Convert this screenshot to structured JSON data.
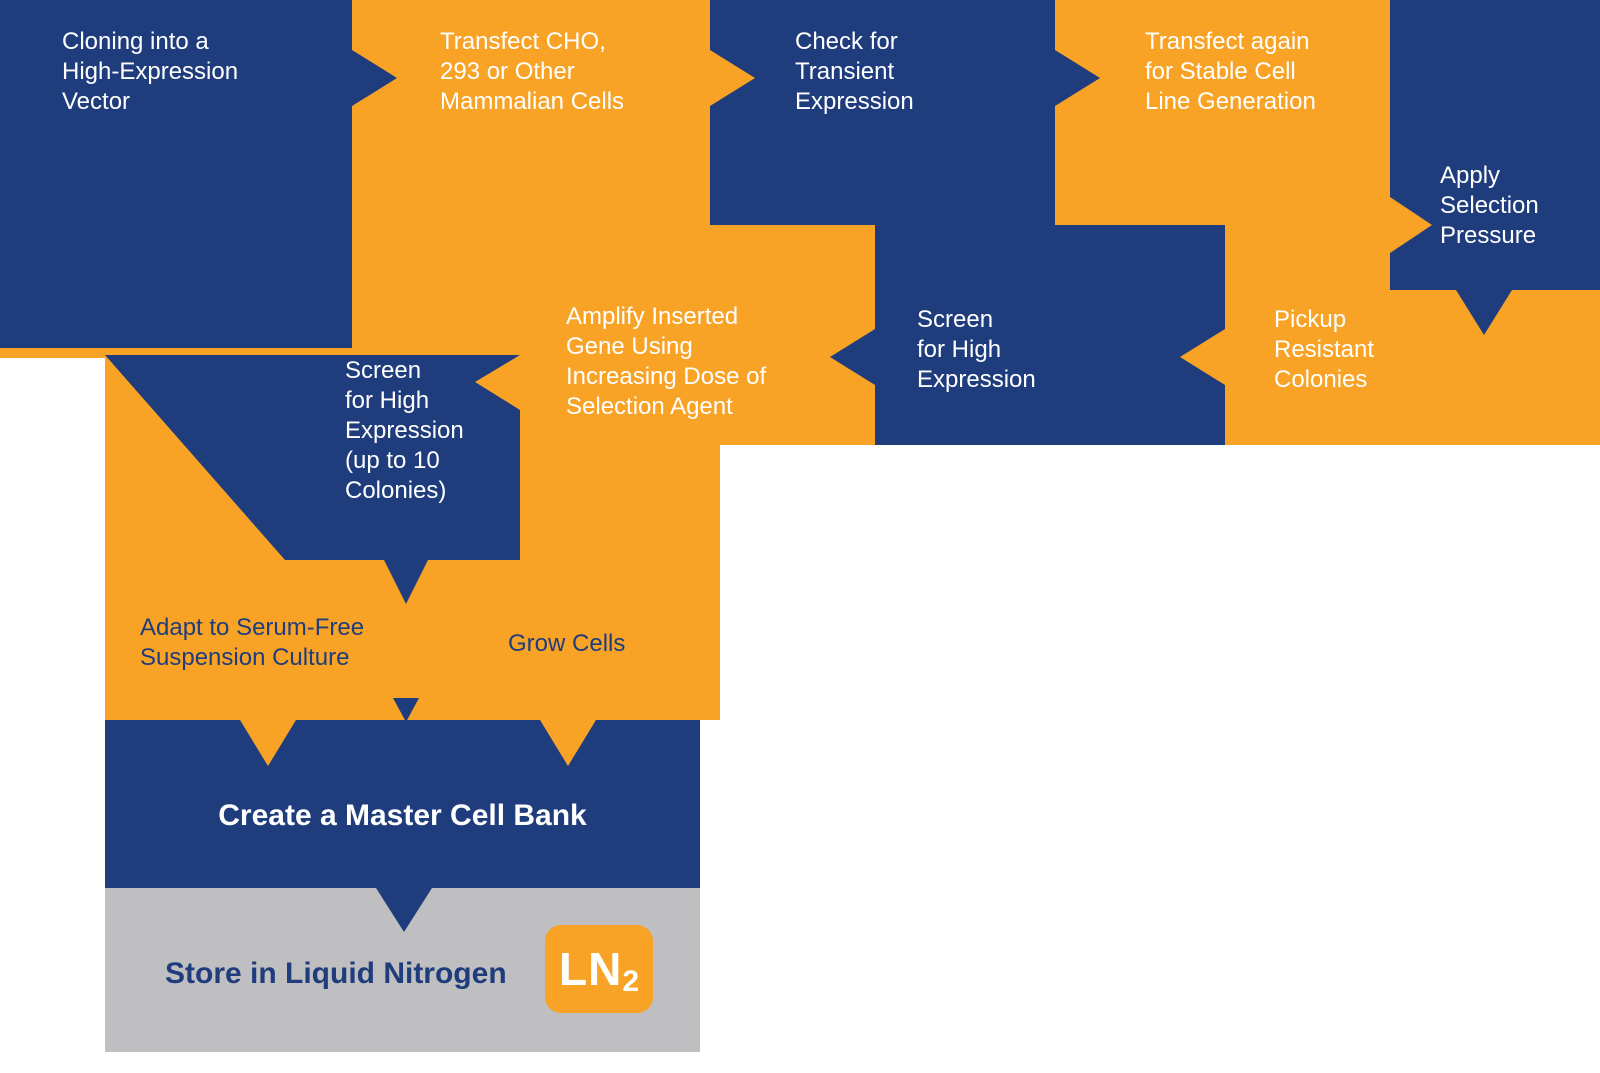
{
  "colors": {
    "navy": "#1f3d7c",
    "orange": "#f8a326",
    "gray": "#bfbfc1",
    "text_on_dark": "#ffffff"
  },
  "steps": {
    "cloning": "Cloning into a\nHigh-Expression\nVector",
    "transfect_cho": "Transfect CHO,\n293 or Other\nMammalian Cells",
    "check_transient": "Check for\nTransient\nExpression",
    "transfect_stable": "Transfect again\nfor Stable Cell\nLine Generation",
    "apply_selection": "Apply\nSelection\nPressure",
    "pickup_colonies": "Pickup\nResistant\nColonies",
    "screen_high_expression": "Screen\nfor High\nExpression",
    "amplify_gene": "Amplify Inserted\nGene Using\nIncreasing Dose of\nSelection Agent",
    "screen_colonies": "Screen\nfor High\nExpression\n(up to 10\nColonies)",
    "adapt_serum_free": "Adapt to Serum-Free\nSuspension Culture",
    "grow_cells": "Grow Cells",
    "master_cell_bank": "Create a Master Cell Bank",
    "store_liquid_nitrogen": "Store in Liquid Nitrogen"
  },
  "badge": {
    "ln": "LN",
    "sub": "2"
  }
}
